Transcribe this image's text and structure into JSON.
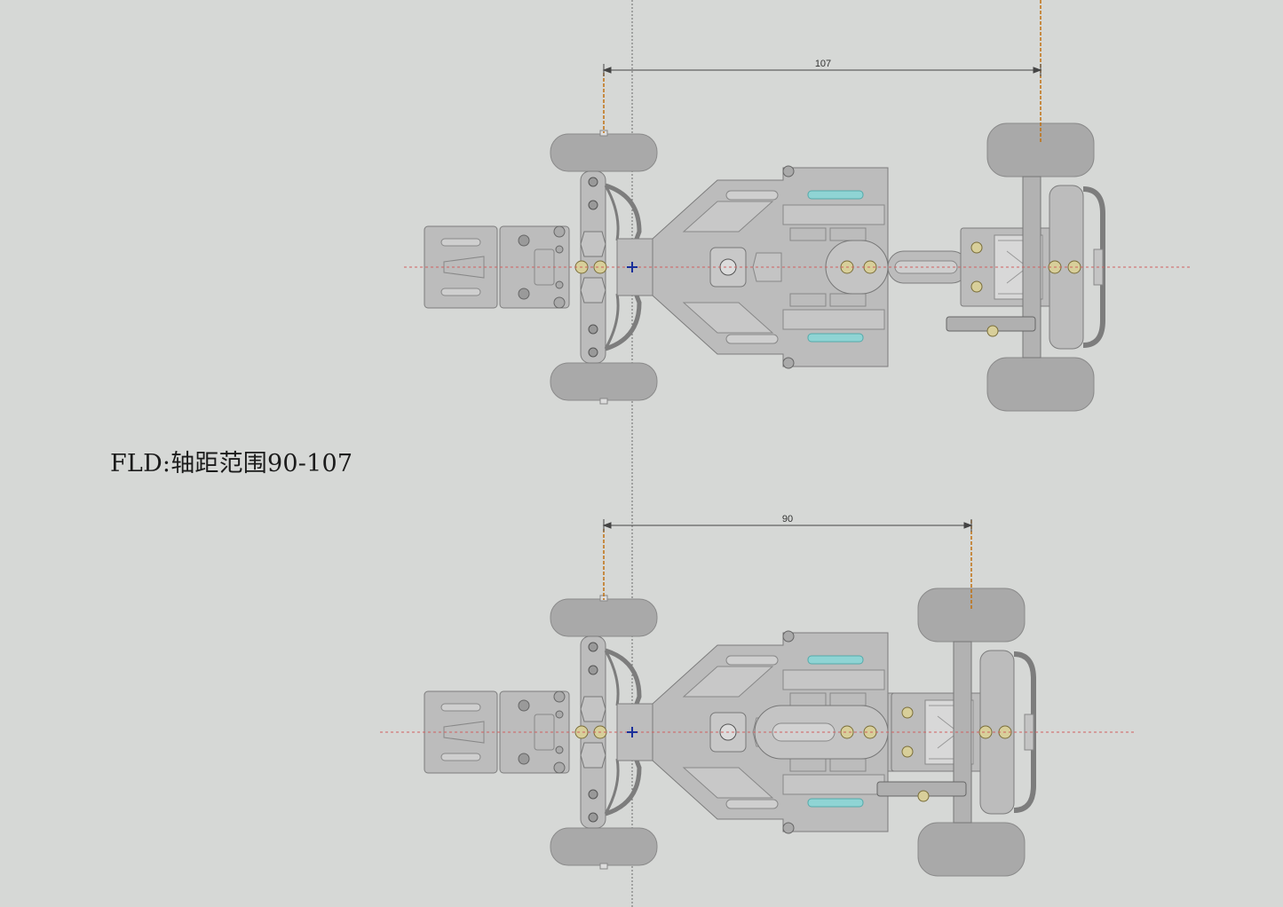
{
  "caption": "FLD:轴距范围90-107",
  "dimensions": {
    "top_wheelbase": "107",
    "bottom_wheelbase": "90"
  },
  "colors": {
    "background": "#d6d8d6",
    "chassis_fill": "#bdbdbd",
    "chassis_stroke": "#7d7d7d",
    "tire": "#a9a9a9",
    "accent_cyan": "#8fd4d4",
    "screw_brass": "#d8cf9a",
    "centerline_red": "#d06060",
    "axle_orange": "#c07010",
    "crosshair_blue": "#1a2f9a"
  }
}
